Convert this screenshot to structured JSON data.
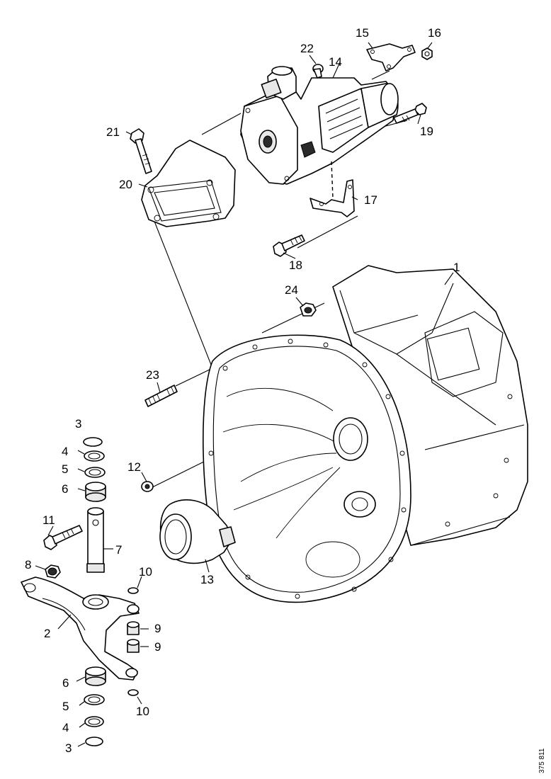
{
  "document_id": "375 811",
  "callouts": {
    "c1": "1",
    "c2": "2",
    "c3a": "3",
    "c3b": "3",
    "c4a": "4",
    "c4b": "4",
    "c5a": "5",
    "c5b": "5",
    "c6a": "6",
    "c6b": "6",
    "c7": "7",
    "c8": "8",
    "c9a": "9",
    "c9b": "9",
    "c10a": "10",
    "c10b": "10",
    "c11": "11",
    "c12": "12",
    "c13": "13",
    "c14": "14",
    "c15": "15",
    "c16": "16",
    "c17": "17",
    "c18": "18",
    "c19": "19",
    "c20": "20",
    "c21": "21",
    "c22": "22",
    "c23": "23",
    "c24": "24"
  }
}
